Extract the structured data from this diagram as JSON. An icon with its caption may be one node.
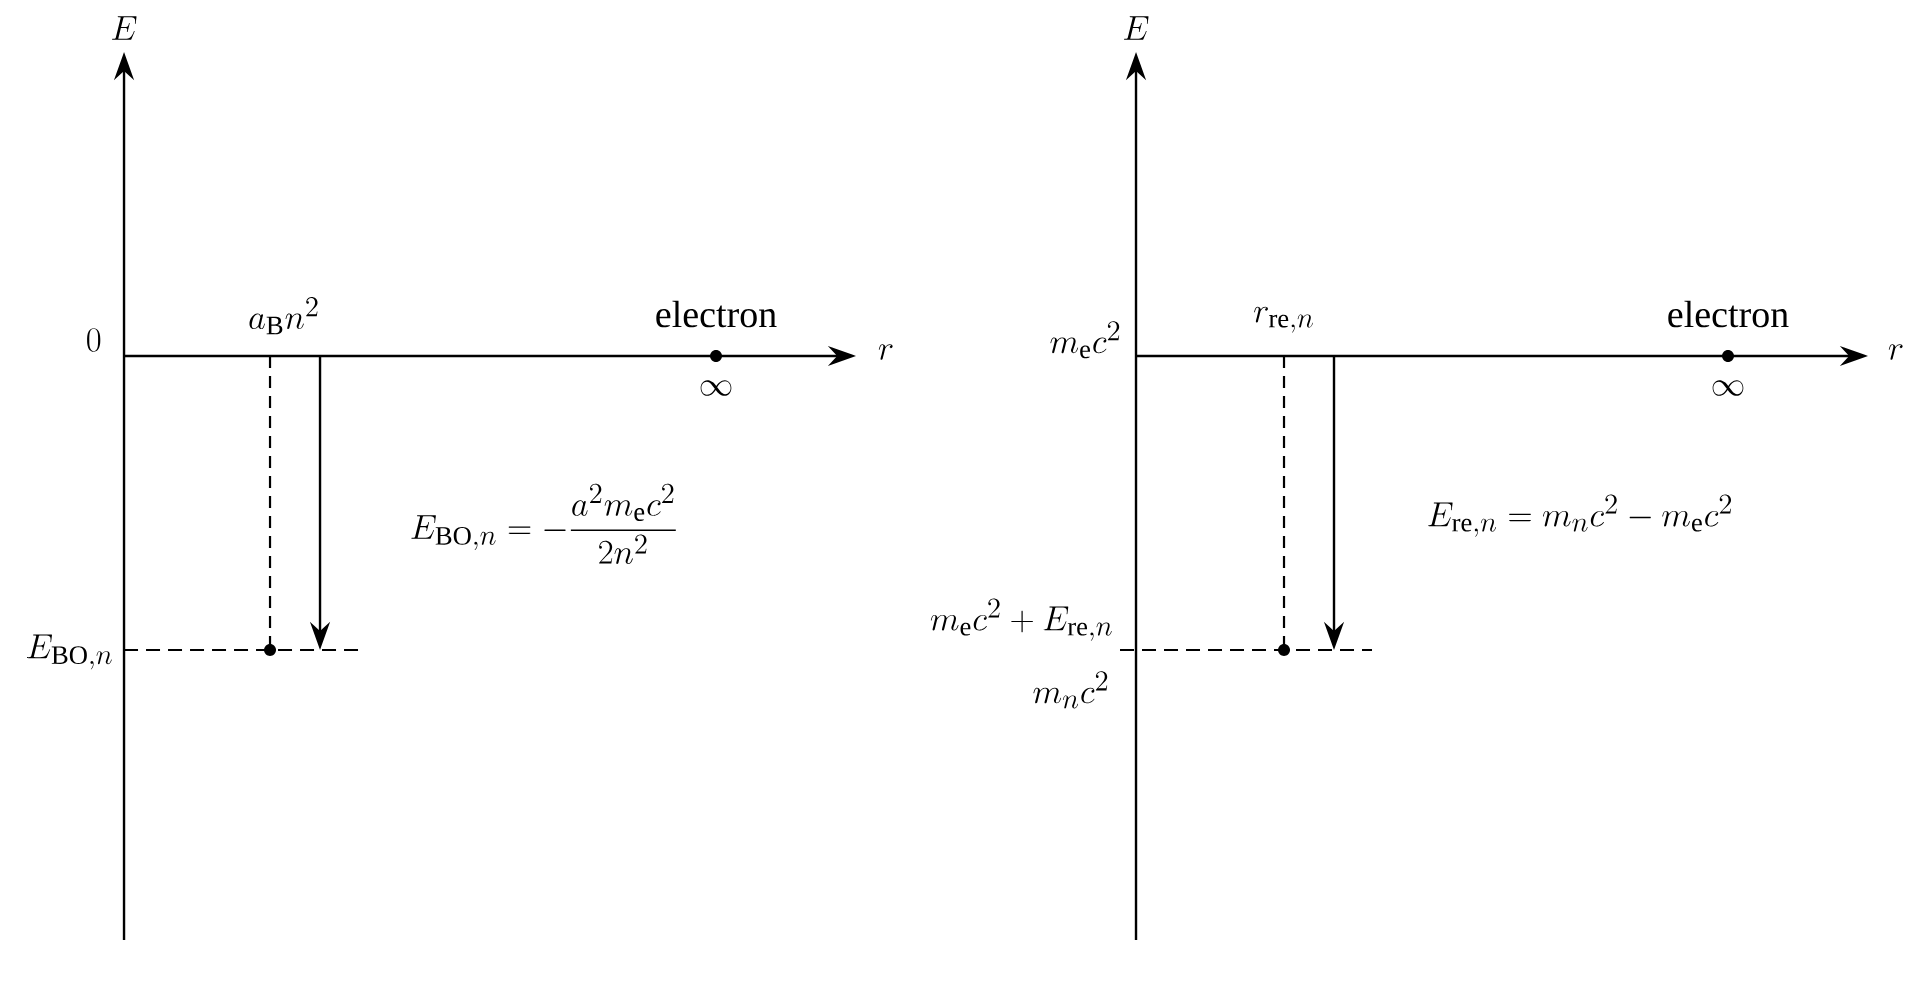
{
  "diagram": {
    "labels": [
      "E",
      "0",
      "a_\\mathrm{B} n^2",
      "electron",
      "\\infty",
      "r",
      "E_{\\mathrm{BO},n} = -\\dfrac{a^2 m_\\mathrm{e} c^2}{2n^2}",
      "E_{\\mathrm{BO},n}",
      "E",
      "m_\\mathrm{e} c^2",
      "r_{\\mathrm{re},n}",
      "electron",
      "\\infty",
      "r",
      "E_{\\mathrm{re},n} = m_n c^2 - m_\\mathrm{e} c^2",
      "m_\\mathrm{e} c^2 + E_{\\mathrm{re},n}",
      "m_n c^2"
    ]
  }
}
